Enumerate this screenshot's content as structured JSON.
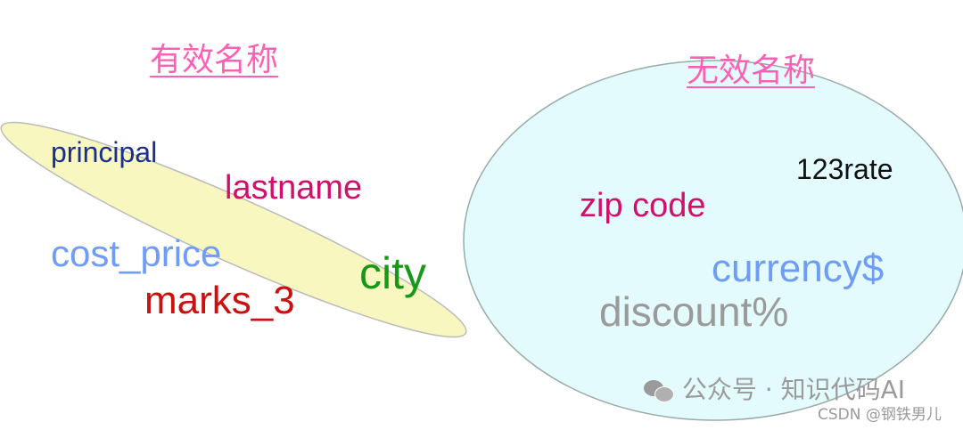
{
  "valid": {
    "title": "有效名称",
    "names": [
      "principal",
      "lastname",
      "cost_price",
      "marks_3",
      "city"
    ]
  },
  "invalid": {
    "title": "无效名称",
    "names": [
      "123rate",
      "zip code",
      "currency$",
      "discount%"
    ]
  },
  "watermark": {
    "wechat": "公众号 · 知识代码AI",
    "csdn": "CSDN @钢铁男儿"
  },
  "colors": {
    "valid_fill": "#f9f7c0",
    "invalid_fill": "#e3fbfc",
    "title": "#ff5fb4",
    "navy": "#1a2f8a",
    "magenta": "#d0106a",
    "blue": "#6f9df5",
    "red": "#cc1010",
    "green": "#189818",
    "gray": "#9a9a9a"
  }
}
